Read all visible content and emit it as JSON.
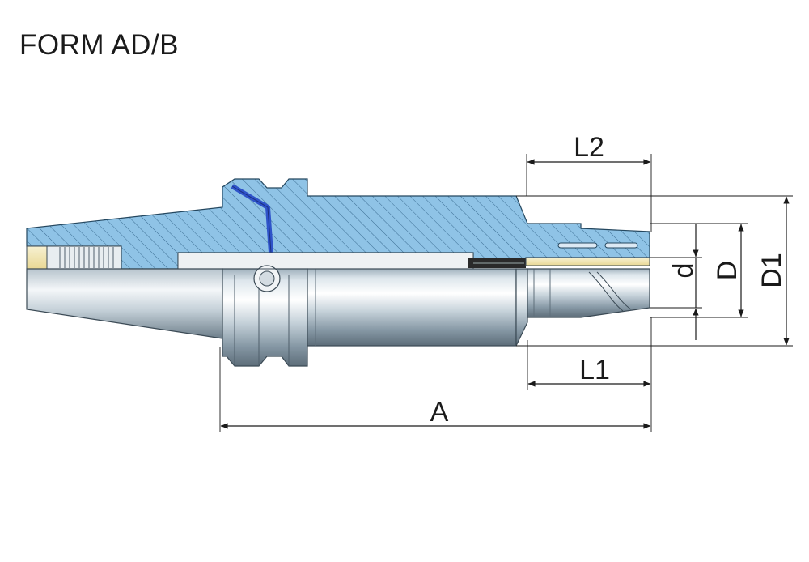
{
  "title": "FORM AD/B",
  "dimensions": {
    "L2": "L2",
    "L1": "L1",
    "A": "A",
    "d": "d",
    "D": "D",
    "D1": "D1"
  },
  "colors": {
    "section_blue": "#8fc3e6",
    "hatch": "#3c6e93",
    "coolant_tube": "#2f53c9",
    "steel_light": "#eef3f6",
    "steel_dark": "#6d7f8c",
    "brass": "#f3e3a8"
  }
}
